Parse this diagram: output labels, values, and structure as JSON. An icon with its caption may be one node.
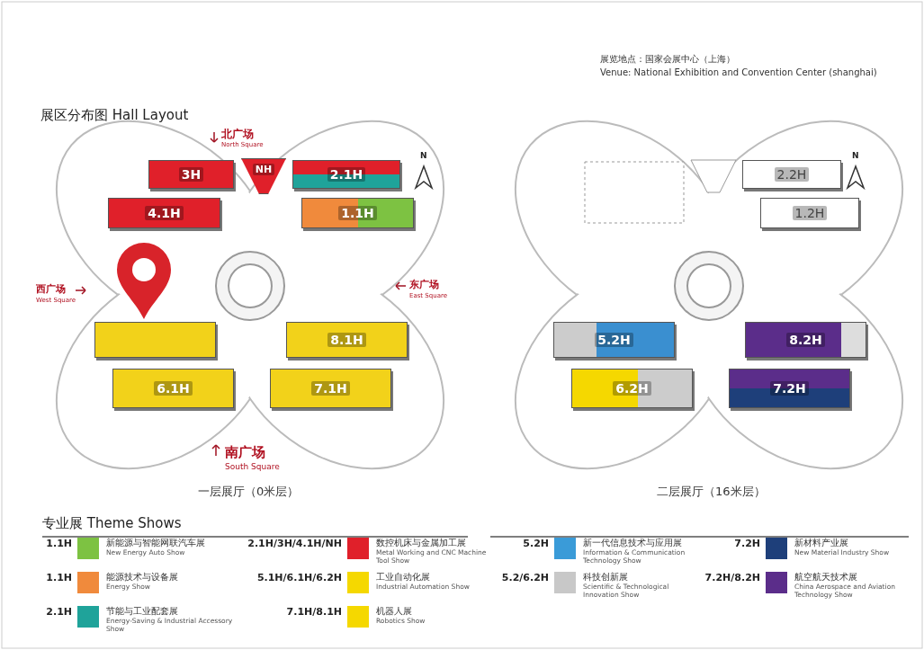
{
  "diagram": {
    "title": "展区分布图 Hall Layout",
    "nodes": [
      {
        "text": [
          "4.1H"
        ]
      },
      {
        "text": [
          "3H"
        ]
      },
      {
        "text": [
          "NH"
        ]
      },
      {
        "text": [
          "2.1H"
        ]
      },
      {
        "text": [
          "1.1H"
        ]
      },
      {
        "text": [],
        "shape": "box"
      },
      {
        "text": [
          "8.1H"
        ]
      },
      {
        "text": [
          "6.1H"
        ]
      },
      {
        "text": [
          "7.1H"
        ]
      },
      {
        "text": [
          "2.2H"
        ]
      },
      {
        "text": [
          "1.2H"
        ]
      },
      {
        "text": [
          "5.2H"
        ]
      },
      {
        "text": [
          "8.2H"
        ]
      },
      {
        "text": [
          "6.2H"
        ]
      },
      {
        "text": [
          "7.2H"
        ]
      }
    ],
    "labels": [
      "展览地点：国家会展中心（上海）",
      "Venue: National Exhibition and Convention Center (shanghai)",
      "北广场",
      "North Square",
      "N",
      "N",
      "西广场",
      "West Square",
      "东广场",
      "East Square",
      "南广场",
      "South Square",
      "一层展厅（0米层）",
      "二层展厅（16米层）",
      "专业展 Theme Shows",
      "1.1H",
      "2.1H/3H/4.1H/NH",
      "5.2H",
      "7.2H",
      "1.1H",
      "5.1H/6.1H/6.2H",
      "5.2/6.2H",
      "7.2H/8.2H",
      "2.1H",
      "7.1H/8.1H"
    ],
    "legend": [
      {
        "text": "新能源与智能网联汽车展 New Energy Auto Show",
        "color": "#7dc242"
      },
      {
        "text": "数控机床与金属加工展 Metal Working and CNC Machine Tool Show",
        "color": "#e0202a"
      },
      {
        "text": "新一代信息技术与应用展 Information & Communication Technology Show",
        "color": "#3a9bd8"
      },
      {
        "text": "新材料产业展 New Material Industry Show",
        "color": "#1e3f7a"
      },
      {
        "text": "能源技术与设备展 Energy Show",
        "color": "#f08a3c"
      },
      {
        "text": "工业自动化展 Industrial Automation Show",
        "color": "#f5d800"
      },
      {
        "text": "科技创新展 Scientific & Technological Innovation Show",
        "color": "#c8c8c8"
      },
      {
        "text": "航空航天技术展 China Aerospace and Aviation Technology Show",
        "color": "#5b2d8a"
      },
      {
        "text": "节能与工业配套展 Energy-Saving & Industrial Accessory Show",
        "color": "#1fa39a"
      },
      {
        "text": "机器人展 Robotics Show",
        "color": "#f5d800"
      }
    ]
  }
}
